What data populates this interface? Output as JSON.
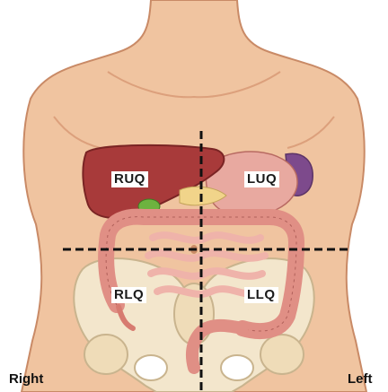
{
  "quadrants": {
    "ruq": "RUQ",
    "luq": "LUQ",
    "rlq": "RLQ",
    "llq": "LLQ"
  },
  "sides": {
    "right": "Right",
    "left": "Left"
  },
  "colors": {
    "skin": "#f0c4a0",
    "skin_shadow": "#d99b78",
    "liver": "#a83a3a",
    "stomach": "#e8a9a0",
    "intestine": "#e89a90",
    "bone": "#f3e6cc",
    "divider": "#111111"
  }
}
